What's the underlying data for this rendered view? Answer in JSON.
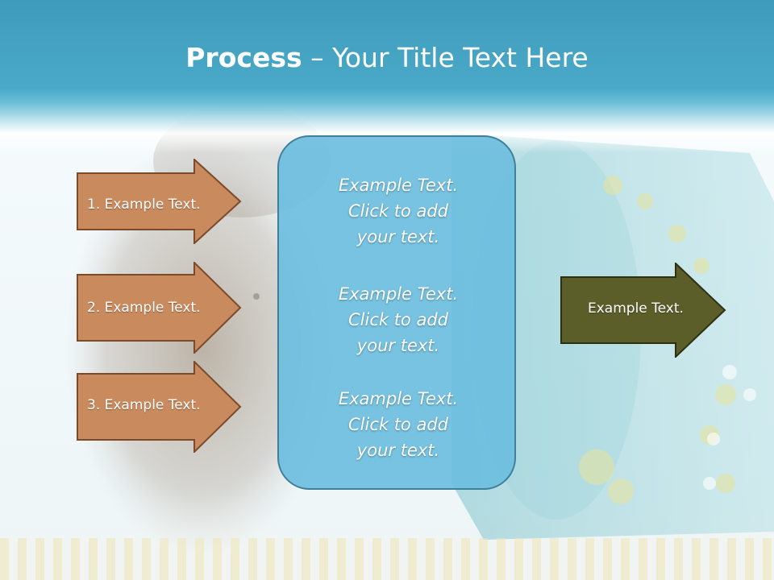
{
  "title": {
    "bold": "Process",
    "rest": " – Your Title Text Here"
  },
  "left_steps": [
    {
      "label": "1. Example Text."
    },
    {
      "label": "2. Example Text."
    },
    {
      "label": "3. Example Text."
    }
  ],
  "center_items": [
    {
      "line1": "Example Text.",
      "line2": "Click  to add",
      "line3": "your text."
    },
    {
      "line1": "Example Text.",
      "line2": "Click  to add",
      "line3": "your text."
    },
    {
      "line1": "Example Text.",
      "line2": "Click  to add",
      "line3": "your text."
    }
  ],
  "right_step": {
    "label": "Example Text."
  },
  "colors": {
    "header": "#4aa9c8",
    "left_arrow_fill": "#c98b5e",
    "left_arrow_border": "#7a4a2a",
    "center_box_fill": "#6cbede",
    "right_arrow_fill": "#5c5e2a"
  }
}
